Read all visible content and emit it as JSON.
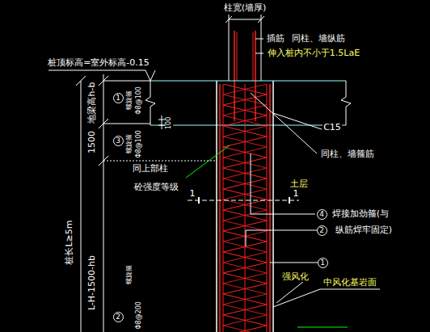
{
  "diagram": {
    "labels": [
      "柱宽(墙厚)",
      "插筋",
      "同柱、墙纵筋",
      "伸入桩内不小于1.5LaE",
      "桩顶标高=室外标高-0.15",
      "C15",
      "同柱、墙箍筋",
      "土层",
      "同上部柱",
      "砼强度等级",
      "1",
      "1",
      "4",
      "焊接加劲箍(与",
      "2",
      "纵筋焊牢固定)",
      "1",
      "强风化",
      "中风化基岩面",
      "地梁高h-b",
      "1",
      "螺旋箍",
      "Φ8@100",
      "100",
      "1500",
      "3",
      "螺旋箍",
      "Φ8@100",
      "桩长L≥5m",
      "L-H-1500-hb",
      "2",
      "螺旋箍",
      "Φ8@200"
    ]
  }
}
